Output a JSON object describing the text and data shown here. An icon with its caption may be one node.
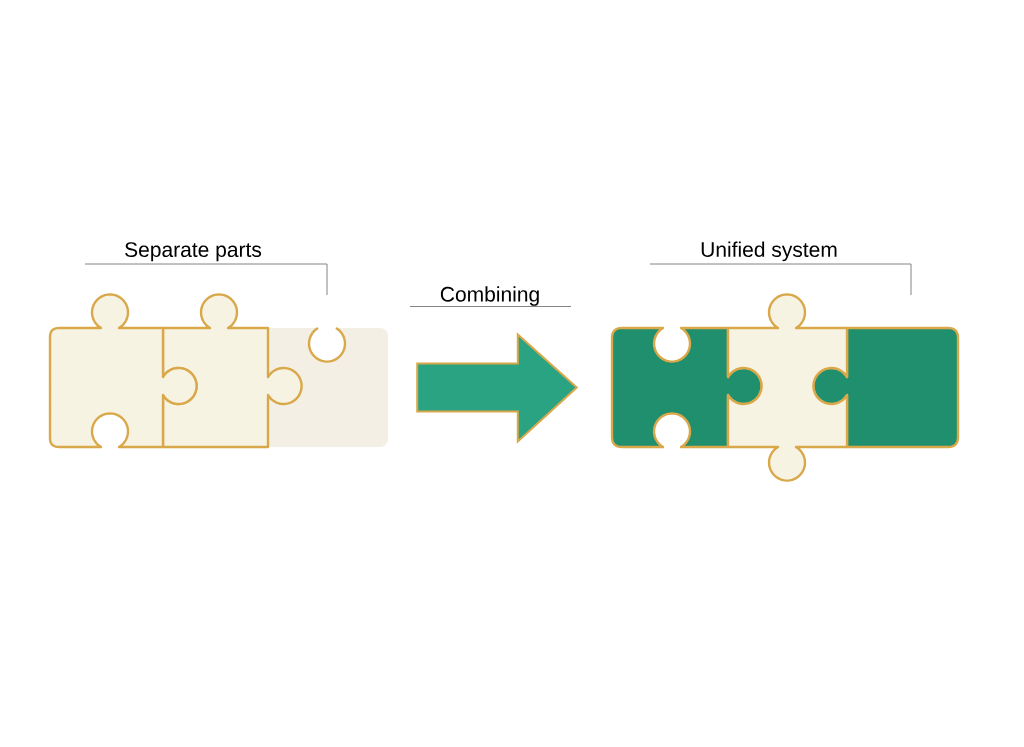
{
  "diagram": {
    "nodes": [
      {
        "text": [
          "Separate parts"
        ]
      },
      {
        "text": [
          "Unified system"
        ]
      }
    ],
    "edges": [
      {
        "from": 0,
        "to": 1,
        "arrow": "to",
        "label": "Combining",
        "style": "thick",
        "color": "#2aa382"
      }
    ]
  }
}
